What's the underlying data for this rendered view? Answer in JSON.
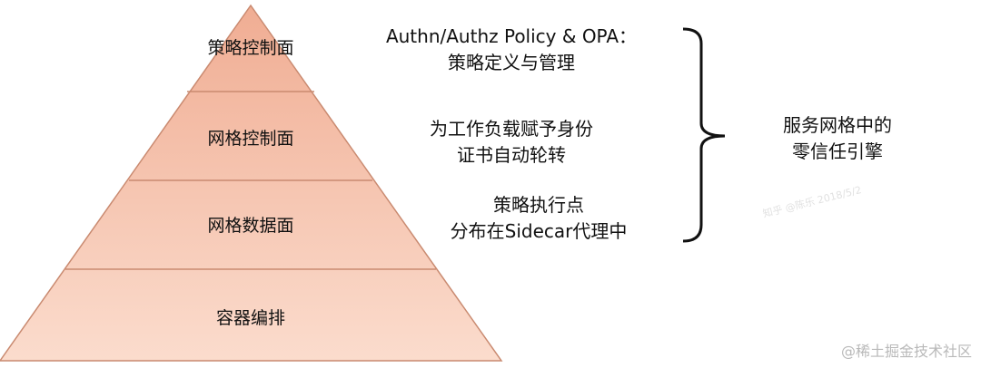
{
  "layers": [
    {
      "label": "策略控制面",
      "color": "#f2b59d"
    },
    {
      "label": "网格控制面",
      "color": "#f5c1ab"
    },
    {
      "label": "网格数据面",
      "color": "#f7cbb8"
    },
    {
      "label": "容器编排",
      "color": "#f9d4c4"
    }
  ],
  "descriptions": [
    {
      "line1": "Authn/Authz Policy & OPA：",
      "line2": "策略定义与管理"
    },
    {
      "line1": "为工作负载赋予身份",
      "line2": "证书自动轮转"
    },
    {
      "line1": "策略执行点",
      "line2": "分布在Sidecar代理中"
    }
  ],
  "summary": {
    "line1": "服务网格中的",
    "line2": "零信任引擎"
  },
  "watermark": "@稀土掘金技术社区",
  "faint_watermark": "知乎 @陈乐 2018/5/2",
  "colors": {
    "stroke": "#c98a70",
    "bracket": "#111111"
  }
}
